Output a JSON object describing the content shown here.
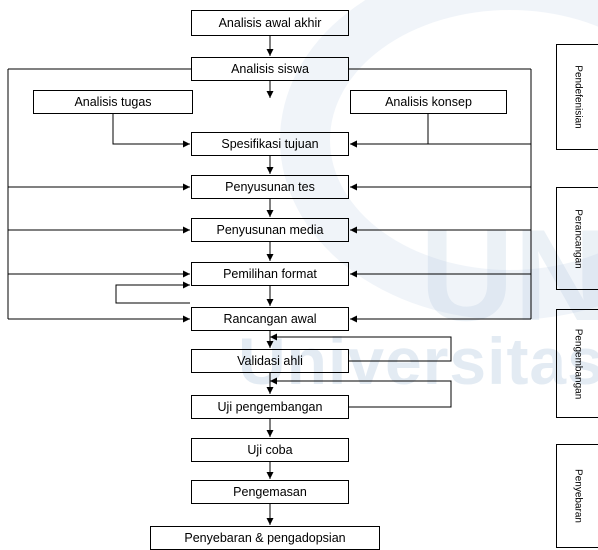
{
  "steps": {
    "analisis_awal_akhir": "Analisis awal akhir",
    "analisis_siswa": "Analisis siswa",
    "analisis_tugas": "Analisis tugas",
    "analisis_konsep": "Analisis konsep",
    "spesifikasi_tujuan": "Spesifikasi tujuan",
    "penyusunan_tes": "Penyusunan tes",
    "penyusunan_media": "Penyusunan media",
    "pemilihan_format": "Pemilihan format",
    "rancangan_awal": "Rancangan awal",
    "validasi_ahli": "Validasi ahli",
    "uji_pengembangan": "Uji pengembangan",
    "uji_coba": "Uji coba",
    "pengemasan": "Pengemasan",
    "penyebaran": "Penyebaran & pengadopsian"
  },
  "phases": {
    "define": "Pendefenisian",
    "design": "Perancangan",
    "develop": "Pengembangan",
    "disseminate": "Penyebaran"
  },
  "watermark": {
    "text": "Universitas N",
    "big": "UN"
  }
}
